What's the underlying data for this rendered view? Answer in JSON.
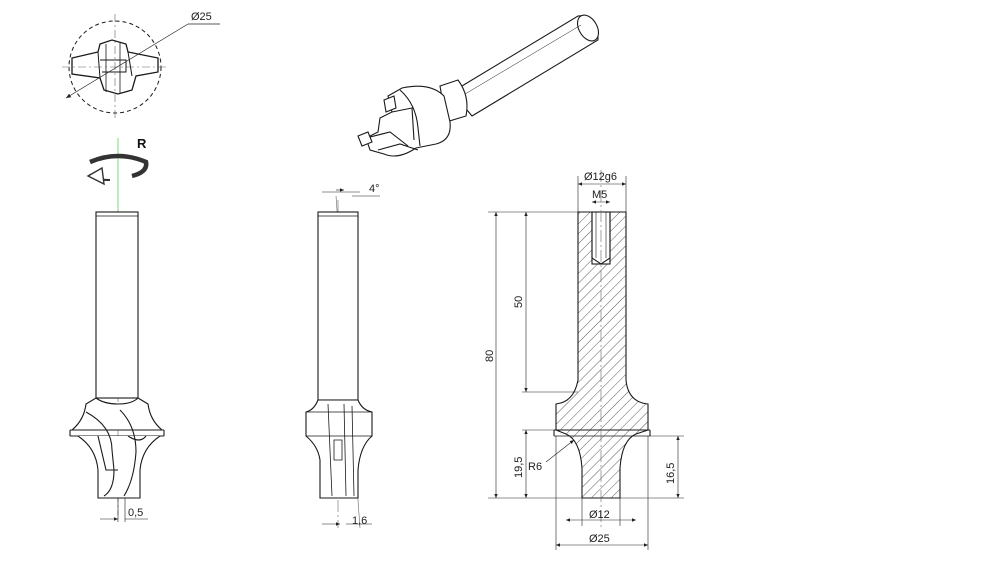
{
  "drawing": {
    "top_view": {
      "diameter_label": "Ø25"
    },
    "rotation": {
      "label": "R"
    },
    "front_view": {
      "offset_label": "0,5"
    },
    "side_view": {
      "angle_label": "4°",
      "offset_label": "1,6"
    },
    "section_view": {
      "shank_diameter_label": "Ø12g6",
      "thread_label": "M5",
      "overall_length_label": "80",
      "shank_length_label": "50",
      "cutter_height_label": "19,5",
      "radius_label": "R6",
      "cutter_step_label": "16,5",
      "tip_diameter_label": "Ø12",
      "cutter_diameter_label": "Ø25"
    }
  },
  "colors": {
    "line": "#1a1a1a",
    "centerline": "#666666",
    "axis_green": "#44cc44",
    "hatch": "#333333"
  }
}
